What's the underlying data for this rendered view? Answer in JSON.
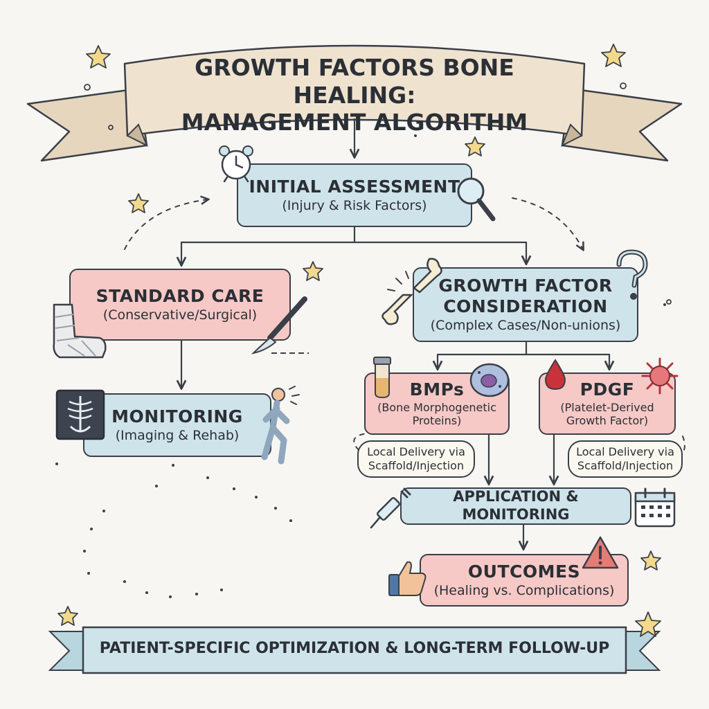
{
  "title": {
    "line1": "GROWTH FACTORS BONE HEALING:",
    "line2": "MANAGEMENT ALGORITHM"
  },
  "nodes": {
    "initial_assessment": {
      "title": "INITIAL ASSESSMENT",
      "subtitle": "(Injury & Risk Factors)"
    },
    "standard_care": {
      "title": "STANDARD CARE",
      "subtitle": "(Conservative/Surgical)"
    },
    "growth_factor": {
      "title_line1": "GROWTH FACTOR",
      "title_line2": "CONSIDERATION",
      "subtitle": "(Complex Cases/Non-unions)"
    },
    "monitoring": {
      "title": "MONITORING",
      "subtitle": "(Imaging & Rehab)"
    },
    "bmps": {
      "title": "BMPs",
      "subtitle_line1": "(Bone Morphogenetic",
      "subtitle_line2": "Proteins)"
    },
    "pdgf": {
      "title": "PDGF",
      "subtitle_line1": "(Platelet-Derived",
      "subtitle_line2": "Growth Factor)"
    },
    "bmps_delivery": {
      "line1": "Local Delivery via",
      "line2": "Scaffold/Injection"
    },
    "pdgf_delivery": {
      "line1": "Local Delivery via",
      "line2": "Scaffold/Injection"
    },
    "application": {
      "title": "APPLICATION & MONITORING"
    },
    "outcomes": {
      "title": "OUTCOMES",
      "subtitle": "(Healing vs. Complications)"
    }
  },
  "footer": {
    "text": "PATIENT-SPECIFIC OPTIMIZATION & LONG-TERM FOLLOW-UP"
  },
  "icons": [
    "alarm-clock-icon",
    "magnifier-icon",
    "cast-leg-icon",
    "scalpel-icon",
    "broken-bone-icon",
    "question-mark-icon",
    "xray-icon",
    "walking-person-icon",
    "vial-icon",
    "cell-icon",
    "blood-drop-icon",
    "virus-icon",
    "syringe-icon",
    "calendar-icon",
    "thumbs-up-icon",
    "warning-icon",
    "star-icon"
  ],
  "colors": {
    "blue_box": "#cfe4ea",
    "pink_box": "#f6c9c6",
    "ribbon_title": "#efe3cf",
    "ribbon_footer": "#cfe4ea",
    "ink": "#3a3f48"
  }
}
